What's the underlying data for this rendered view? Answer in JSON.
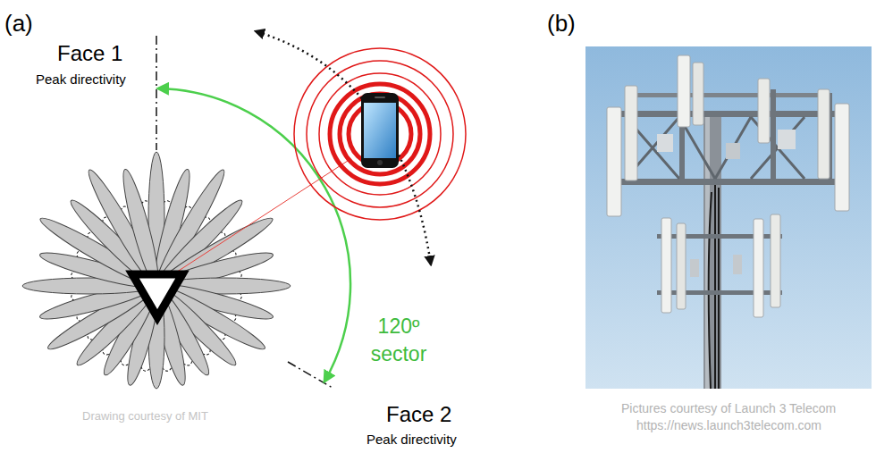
{
  "diagram": {
    "labels": [
      "(a)",
      "Face 1",
      "Peak directivity",
      "120º sector",
      "Face 2",
      "Peak directivity",
      "Drawing courtesy of MIT",
      "(b)",
      "Pictures courtesy of Launch 3 Telecom",
      "https://news.launch3telecom.com"
    ]
  }
}
